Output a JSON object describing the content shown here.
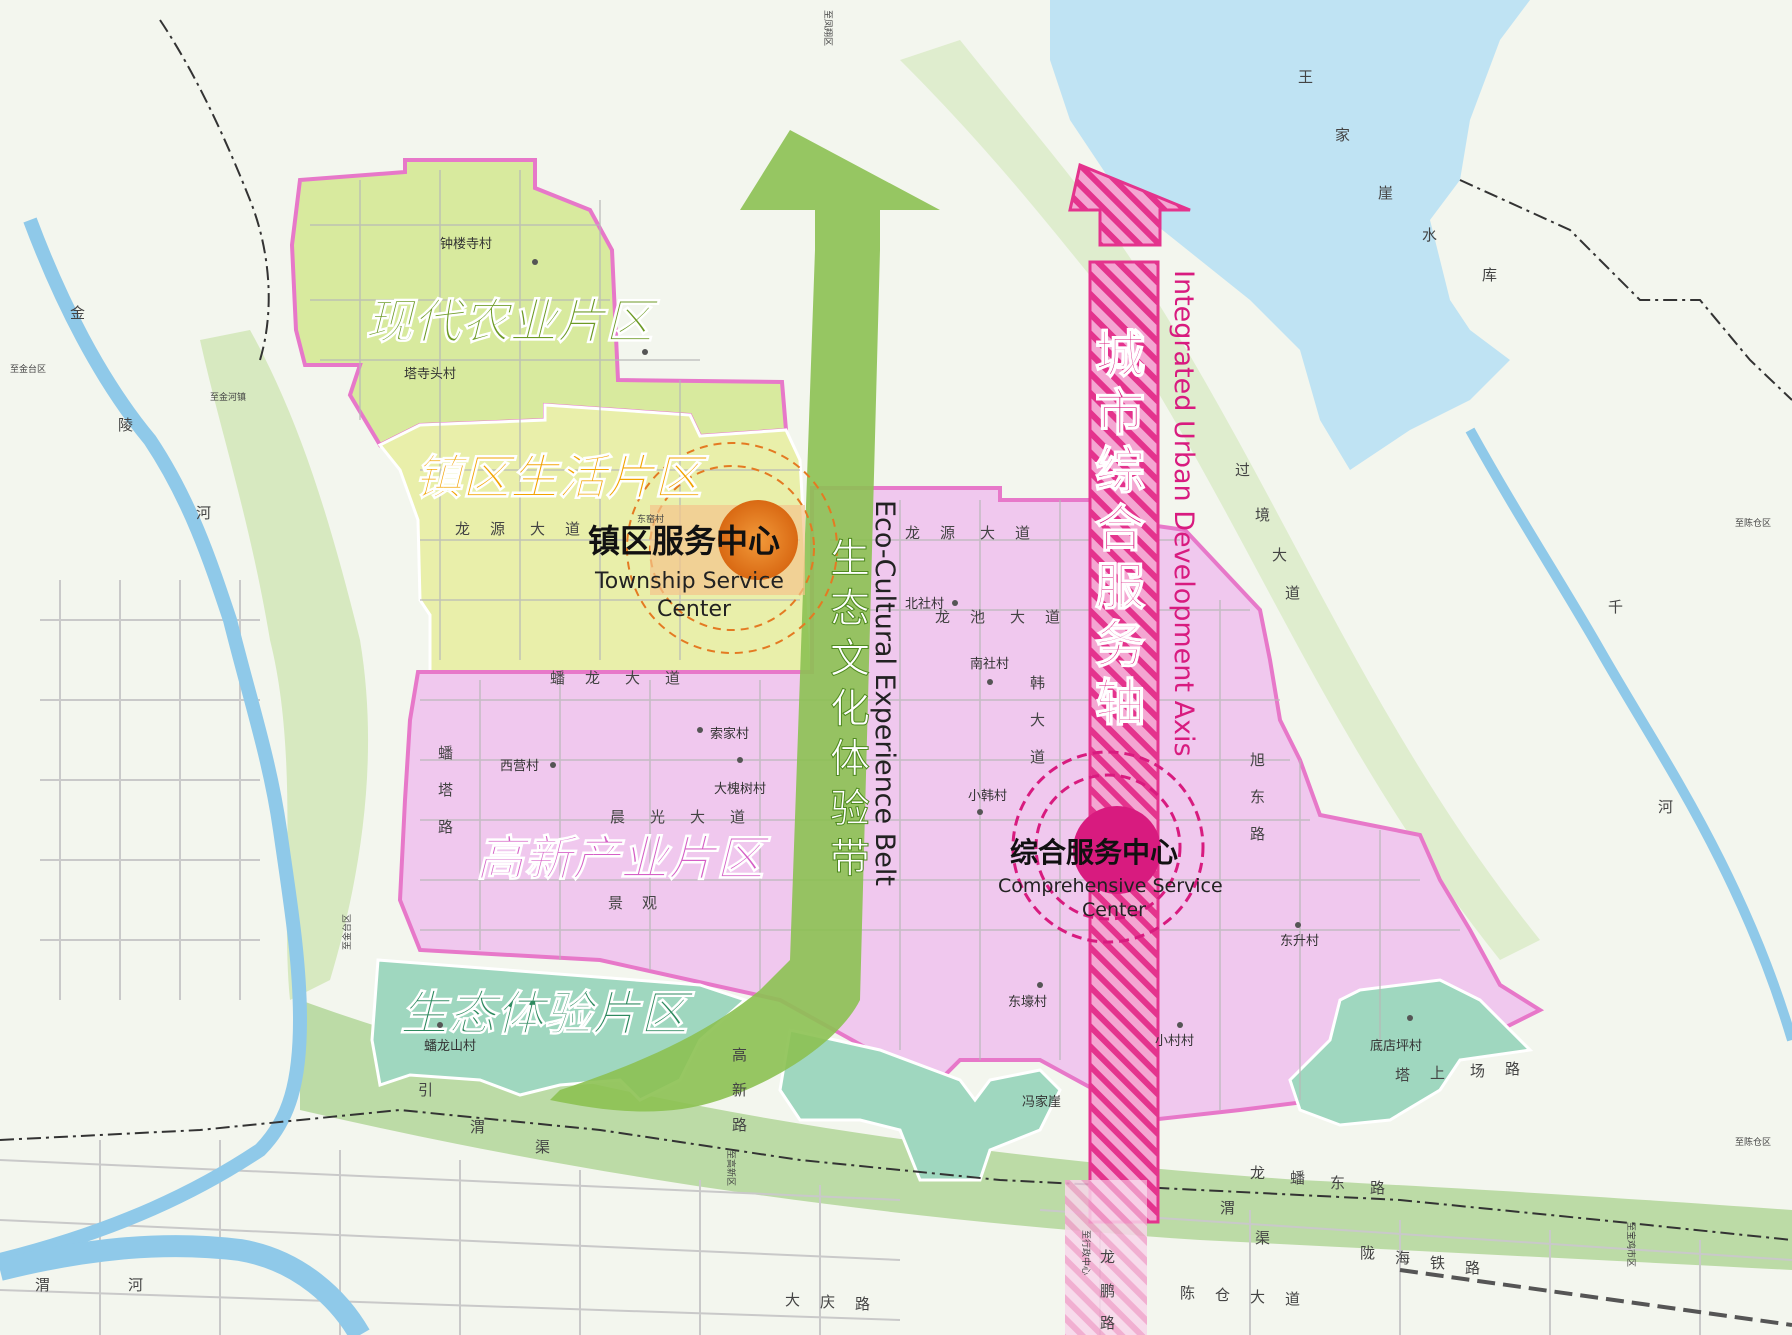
{
  "colors": {
    "agri": "#d8ea9e",
    "town": "#e9efaa",
    "hitech": "#f0c8ee",
    "eco": "#9fd7bf",
    "water": "#bfe3f3",
    "river": "#8fc9e9",
    "eco_belt": "#8cc152",
    "axis": "#e4338d",
    "border": "#e778c9",
    "orange": "#e47a22",
    "magenta_center": "#d81b7f"
  },
  "zones": {
    "agri": "现代农业片区",
    "town": "镇区生活片区",
    "hitech": "高新产业片区",
    "eco": "生态体验片区"
  },
  "centers": {
    "township_cn": "镇区服务中心",
    "township_en1": "Township Service",
    "township_en2": "Center",
    "comprehensive_cn": "综合服务中心",
    "comprehensive_en1": "Comprehensive Service",
    "comprehensive_en2": "Center"
  },
  "axes": {
    "eco_belt_cn": [
      "生",
      "态",
      "文",
      "化",
      "体",
      "验",
      "带"
    ],
    "eco_belt_en": "Eco-Cultural Experience Belt",
    "urban_axis_cn": [
      "城",
      "市",
      "综",
      "合",
      "服",
      "务",
      "轴"
    ],
    "urban_axis_en": "Integrated Urban Development Axis"
  },
  "villages": [
    "钟楼寺村",
    "塔寺头村",
    "北社村",
    "南社村",
    "西营村",
    "索家村",
    "大槐树村",
    "小韩村",
    "东升村",
    "东壕村",
    "小村村",
    "底店坪村",
    "蟠龙山村",
    "冯家崖",
    "东窑村"
  ],
  "roads": {
    "longyuan_w": [
      "龙",
      "源",
      "大",
      "道"
    ],
    "longyuan_e": [
      "龙",
      "源",
      "大",
      "道"
    ],
    "panlong": [
      "蟠",
      "龙",
      "大",
      "道"
    ],
    "longchi": [
      "龙",
      "池",
      "大",
      "道"
    ],
    "chenguang": [
      "晨",
      "光",
      "大",
      "道"
    ],
    "jingguan": [
      "景",
      "观"
    ],
    "panta": [
      "蟠",
      "塔",
      "路"
    ],
    "hanjiadadao": [
      "韩",
      "大",
      "道"
    ],
    "xufang": [
      "旭",
      "东",
      "路"
    ],
    "yinwei": [
      "引",
      "渭",
      "渠"
    ],
    "weiqu": [
      "渭",
      "渠"
    ],
    "longpandong": [
      "龙",
      "蟠",
      "东",
      "路"
    ],
    "longhai": [
      "陇",
      "海",
      "铁",
      "路"
    ],
    "chencang": [
      "陈",
      "仓",
      "大",
      "道"
    ],
    "daqing": [
      "大",
      "庆",
      "路"
    ],
    "weihe": [
      "渭",
      "河"
    ],
    "jinling": [
      "金",
      "陵",
      "河"
    ],
    "qianhe": [
      "千",
      "河"
    ],
    "reservoir": [
      "王",
      "家",
      "崖",
      "水",
      "库"
    ],
    "tashang": [
      "塔",
      "上",
      "场",
      "路"
    ],
    "guojingdadao": [
      "过",
      "境",
      "大",
      "道"
    ],
    "gaoxin": [
      "高",
      "新",
      "路"
    ],
    "longpeng": [
      "龙",
      "鹏",
      "路"
    ]
  },
  "road_tags": {
    "to_fengxiang": "至凤翔区",
    "to_jintai": "至金台区",
    "to_jinhezhen": "至金河镇",
    "to_jintai2": "至金台区",
    "to_chencang": "至陈仓区",
    "to_chencang2": "至陈仓区",
    "to_gaoxin": "至高新区",
    "to_xingzheng": "至行政中心",
    "to_baojimao": "至宝鸡市区"
  },
  "icons": {
    "village_marker": "village-dot-icon",
    "township_center": "orange-circle-icon",
    "comprehensive_center": "magenta-circle-icon",
    "eco_arrow": "green-arrow-icon",
    "axis_arrow": "pink-hatched-arrow-icon"
  }
}
